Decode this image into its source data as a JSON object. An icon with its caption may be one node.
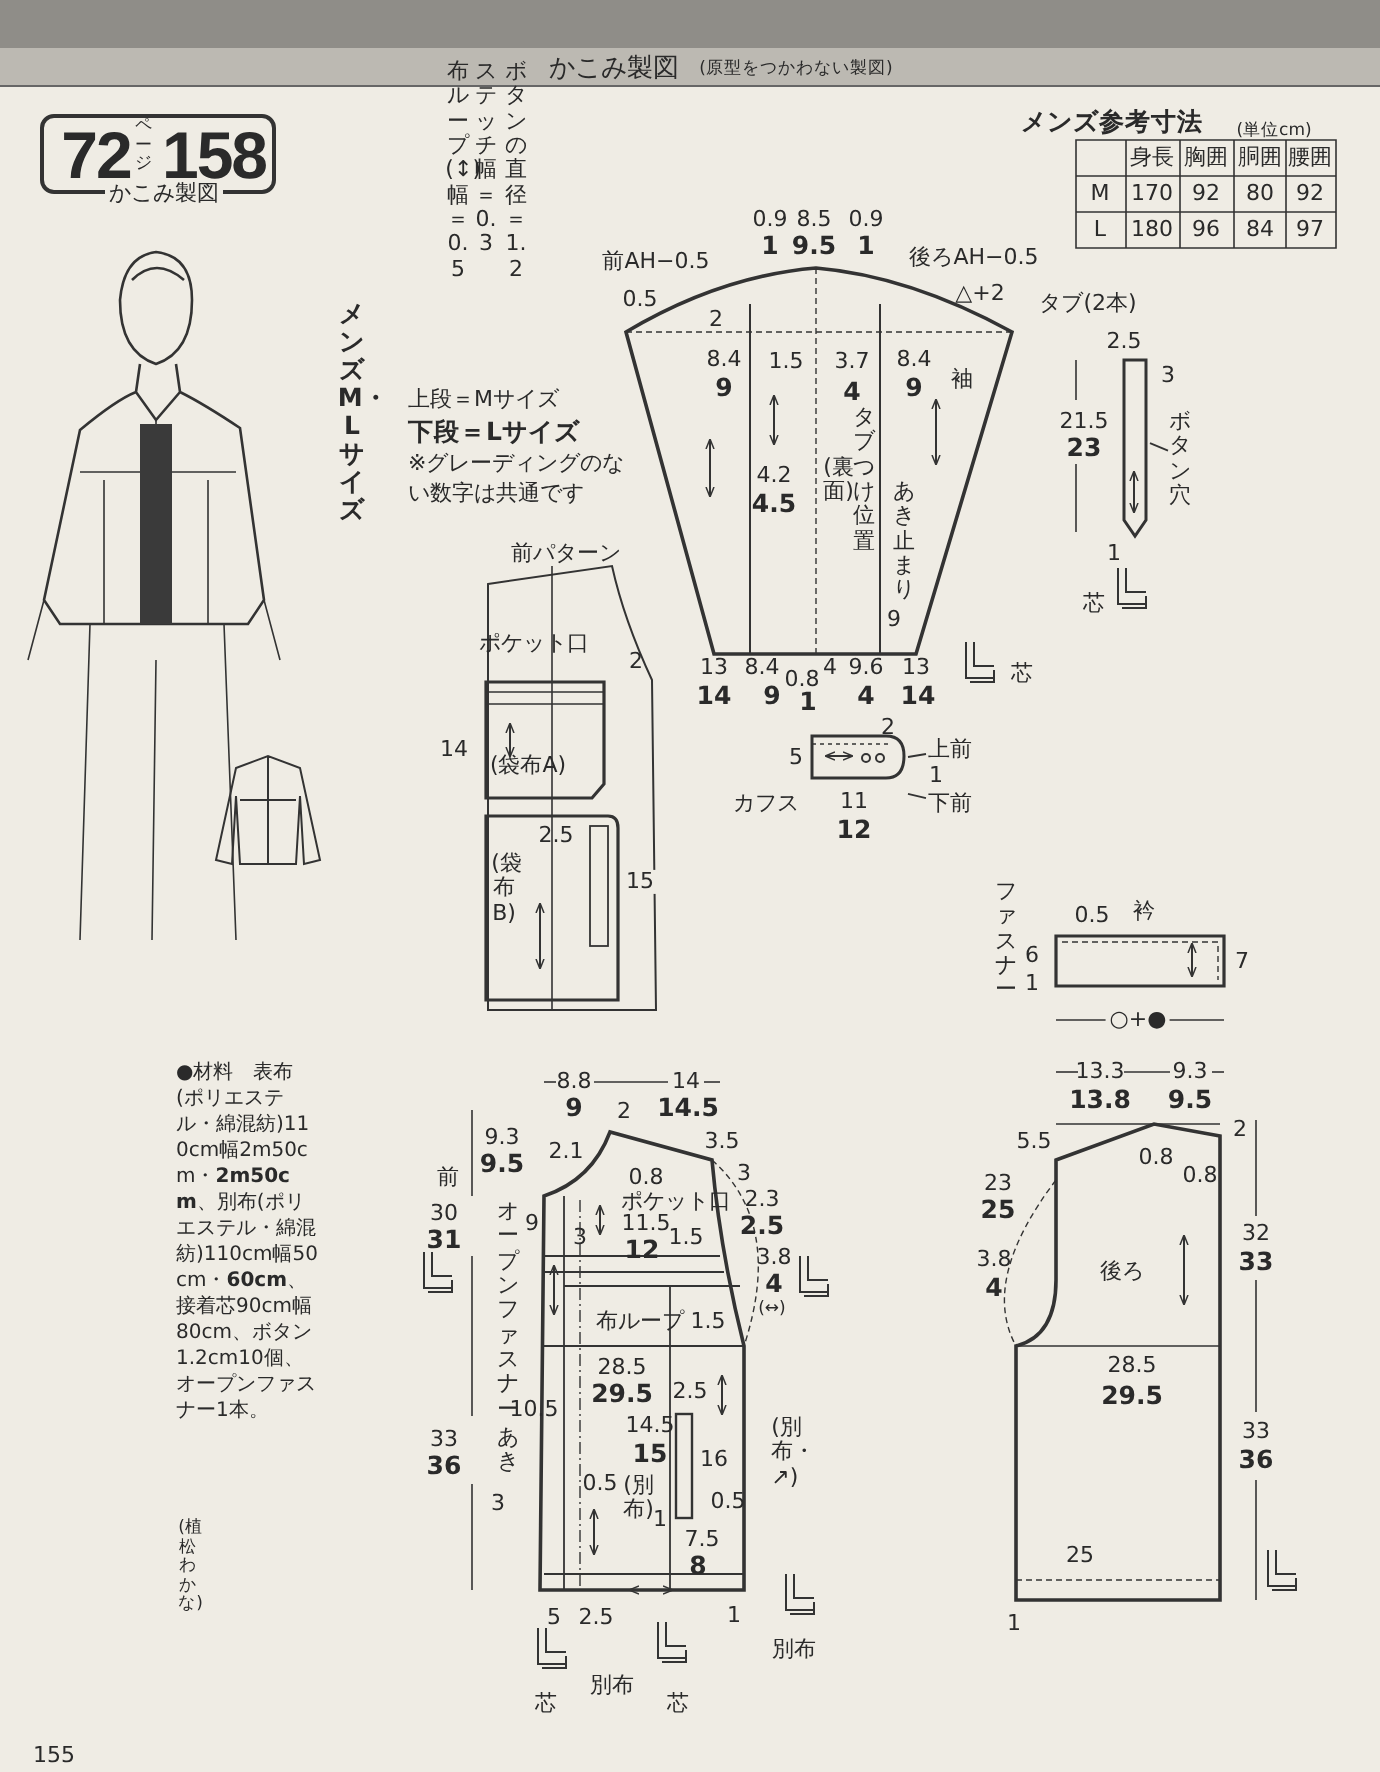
{
  "diagram": {
    "title": "かこみ製図",
    "nodes": [
      {
        "text": [
          "72",
          "ページ",
          "158",
          "かこみ製図"
        ]
      },
      {
        "text": [
          "袖"
        ]
      },
      {
        "text": [
          "タブ(2本)"
        ]
      },
      {
        "text": [
          "カフス"
        ]
      },
      {
        "text": [
          "前パターン"
        ]
      },
      {
        "text": [
          "(袋布A)"
        ],
        "in": 4
      },
      {
        "text": [
          "(袋布B)"
        ],
        "in": 4
      },
      {
        "text": [
          "衿"
        ]
      },
      {
        "text": [
          "前"
        ]
      },
      {
        "text": [
          "後ろ"
        ]
      },
      {
        "text": [
          "ボタン穴"
        ]
      },
      {
        "text": [
          "上前"
        ]
      },
      {
        "text": [
          "下前"
        ]
      }
    ],
    "edges": [
      {
        "from": 10,
        "to": 2,
        "arrow": "none"
      },
      {
        "from": 11,
        "to": 3,
        "arrow": "none"
      },
      {
        "from": 12,
        "to": 3,
        "arrow": "none"
      }
    ],
    "labels": [
      "(原型をつかわない製図)",
      "布ループ(↕)幅＝0.5",
      "ステッチ幅＝0.3",
      "ボタンの直径＝1.2",
      "メンズM・Lサイズ",
      "上段＝Mサイズ",
      "下段＝Lサイズ",
      "※グレーディングのない数字は共通です",
      "メンズ参考寸法",
      "(単位cm)",
      "身長",
      "胸囲",
      "胴囲",
      "腰囲",
      "M",
      "170",
      "92",
      "80",
      "92",
      "L",
      "180",
      "96",
      "84",
      "97",
      "前AH−0.5",
      "0.9",
      "1",
      "8.5",
      "9.5",
      "0.9",
      "1",
      "後ろAH−0.5",
      "0.5",
      "△+2",
      "2",
      "8.4",
      "9",
      "1.5",
      "3.7",
      "4",
      "8.4",
      "9",
      "タブつけ位置",
      "(裏面)",
      "あき止まり",
      "4.2",
      "4.5",
      "9",
      "13",
      "14",
      "8.4",
      "9",
      "0.8",
      "4",
      "1",
      "9.6",
      "4",
      "13",
      "14",
      "芯",
      "2.5",
      "3",
      "21.5",
      "23",
      "1",
      "芯",
      "ポケット口",
      "2",
      "14",
      "2.5",
      "15",
      "2",
      "5",
      "1",
      "11",
      "12",
      "ファスナー",
      "0.5",
      "6",
      "1",
      "7",
      "○+●",
      "●材料　表布(ポリエステル・綿混紡)110cm幅2m50cm・**2m50cm**、別布(ポリエステル・綿混紡)110cm幅50cm・**60cm**、接着芯90cm幅80cm、ボタン1.2cm10個、オープンファスナー1本。",
      "(植松わかな)",
      "8.8",
      "14",
      "9",
      "2",
      "14.5",
      "9.3",
      "9.5",
      "2.1",
      "3.5",
      "0.8",
      "3",
      "ポケット口",
      "2.3",
      "30",
      "9",
      "11.5",
      "2.5",
      "31",
      "3",
      "12",
      "1.5",
      "3.8",
      "4",
      "(↔)",
      "オープンファスナー",
      "布ループ",
      "1.5",
      "28.5",
      "29.5",
      "2.5",
      "10.5",
      "(別布・↗)",
      "14.5",
      "15",
      "あき",
      "33",
      "36",
      "16",
      "0.5",
      "(別布)",
      "3",
      "0.5",
      "1",
      "7.5",
      "8",
      "5",
      "2.5",
      "1",
      "別布",
      "別布",
      "芯",
      "芯",
      "13.3",
      "13.8",
      "9.3",
      "9.5",
      "2",
      "5.5",
      "0.8",
      "0.8",
      "23",
      "25",
      "32",
      "3.8",
      "33",
      "4",
      "28.5",
      "29.5",
      "33",
      "36",
      "25",
      "1",
      "155"
    ]
  }
}
